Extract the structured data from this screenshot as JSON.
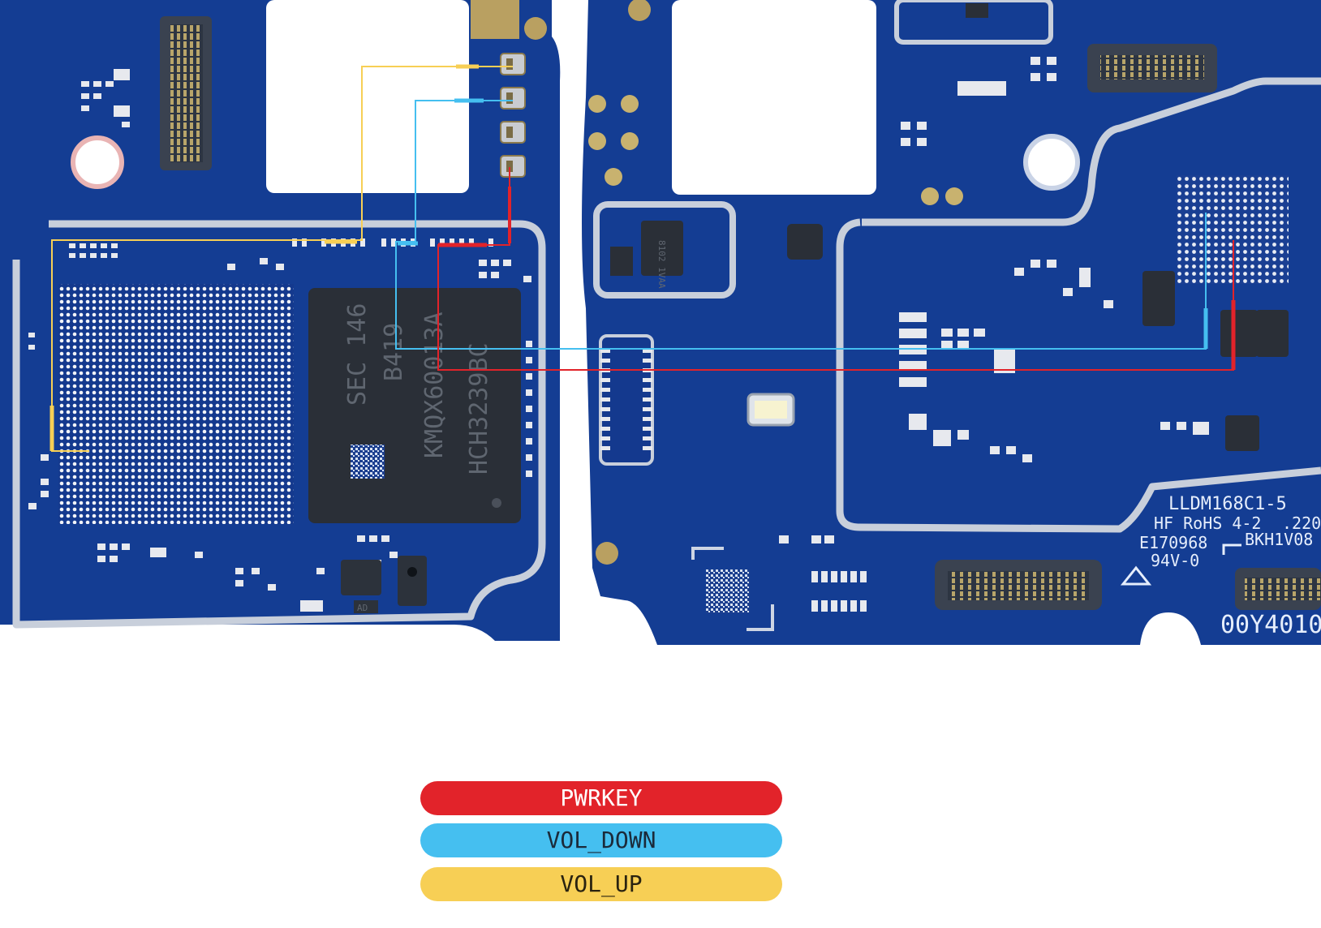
{
  "legend": {
    "pwrkey": "PWRKEY",
    "vol_down": "VOL_DOWN",
    "vol_up": "VOL_UP"
  },
  "colors": {
    "pwrkey": "#e2232a",
    "vol_down": "#45bff0",
    "vol_up": "#f7cf55",
    "board": "#143d93",
    "board_edge": "#0e2f78"
  },
  "board_text": {
    "chip_line1": "SEC 146",
    "chip_line2": "B419",
    "chip_line3": "KMQX60013A",
    "chip_line4": "HCH3239BC",
    "silk_model": "LLDM168C1-5",
    "silk_rohs": "HF RoHS 4-2",
    "silk_date": ".220",
    "silk_e": "E170968",
    "silk_bkh": "BKH1V08",
    "silk_94v": "94V-0",
    "silk_serial": "00Y4010",
    "ic_small": "8102 1VAA",
    "ic_tiny": "AD"
  }
}
